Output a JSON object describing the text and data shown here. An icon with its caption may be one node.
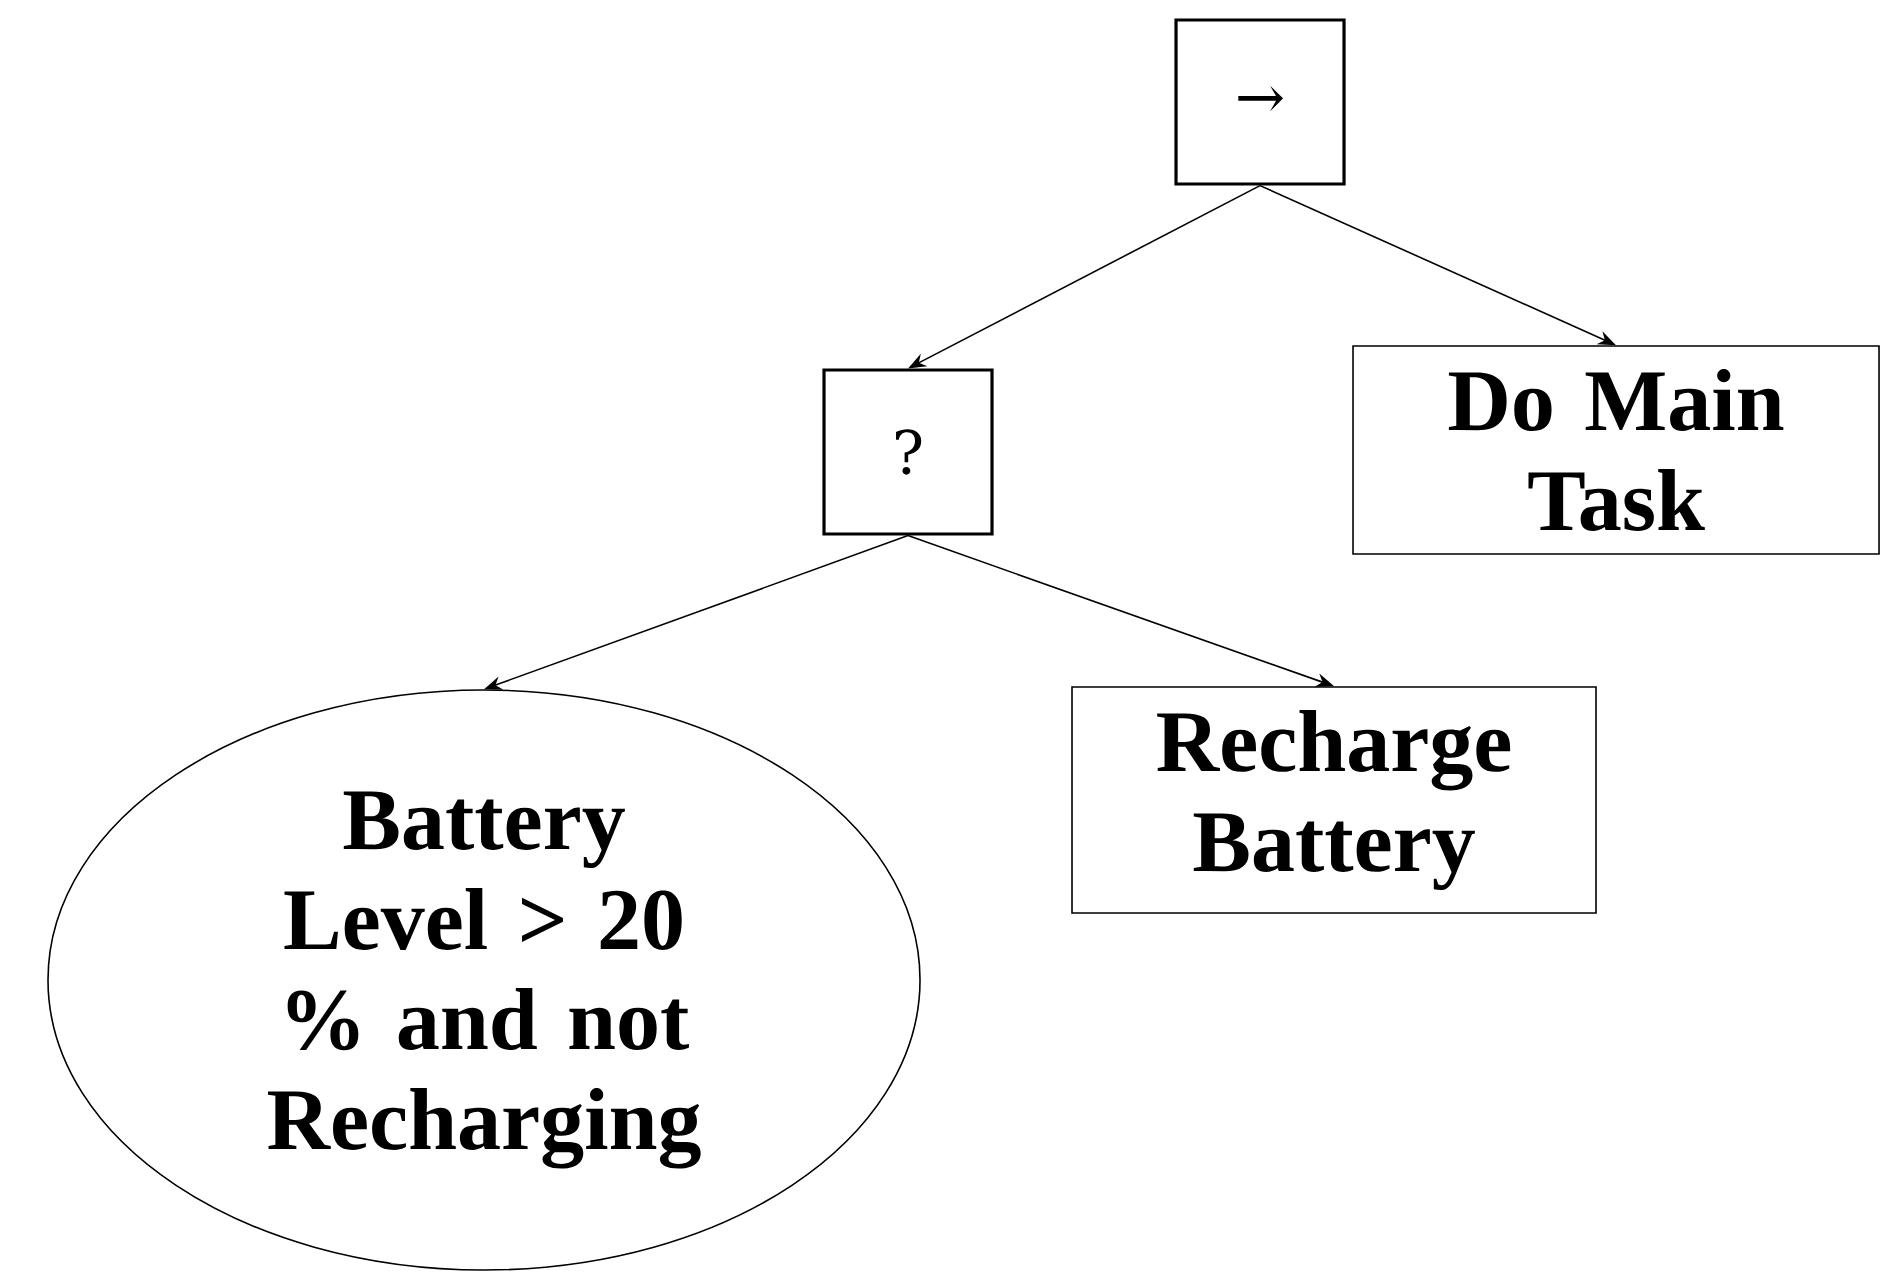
{
  "diagram": {
    "nodes": [
      {
        "text": [
          "→"
        ]
      },
      {
        "text": [
          "?"
        ]
      },
      {
        "text": [
          "Do Main Task"
        ]
      },
      {
        "text": [
          "Battery Level > 20 % and not Recharging"
        ]
      },
      {
        "text": [
          "Recharge Battery"
        ]
      }
    ],
    "edges": [
      {
        "from": 0,
        "to": 1,
        "arrow": "to"
      },
      {
        "from": 0,
        "to": 2,
        "arrow": "to"
      },
      {
        "from": 1,
        "to": 3,
        "arrow": "to"
      },
      {
        "from": 1,
        "to": 4,
        "arrow": "to"
      }
    ]
  }
}
